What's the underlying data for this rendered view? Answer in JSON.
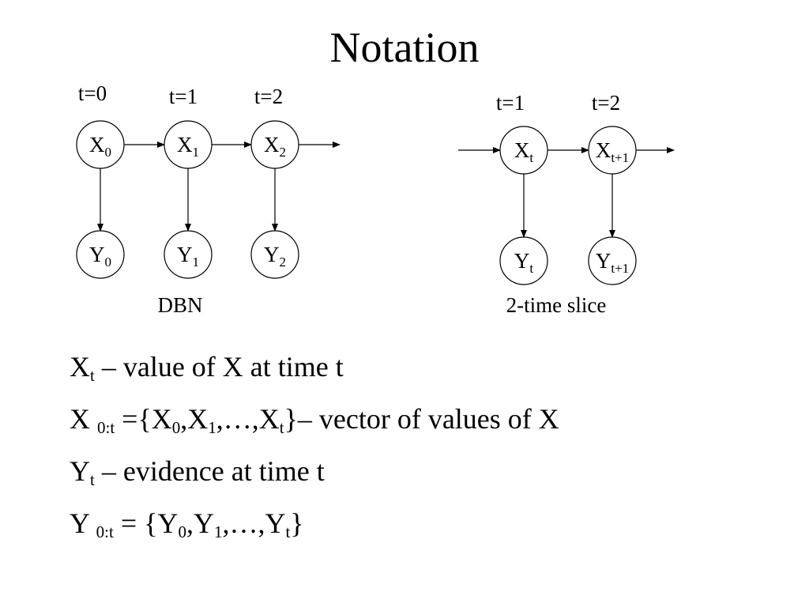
{
  "title": "Notation",
  "dbn": {
    "caption": "DBN",
    "time_labels": [
      "t=0",
      "t=1",
      "t=2"
    ],
    "hidden_nodes": [
      {
        "base": "X",
        "sub": "0"
      },
      {
        "base": "X",
        "sub": "1"
      },
      {
        "base": "X",
        "sub": "2"
      }
    ],
    "evidence_nodes": [
      {
        "base": "Y",
        "sub": "0"
      },
      {
        "base": "Y",
        "sub": "1"
      },
      {
        "base": "Y",
        "sub": "2"
      }
    ]
  },
  "slice": {
    "caption": "2-time slice",
    "time_labels": [
      "t=1",
      "t=2"
    ],
    "hidden_nodes": [
      {
        "base": "X",
        "sub": "t"
      },
      {
        "base": "X",
        "sub": "t+1"
      }
    ],
    "evidence_nodes": [
      {
        "base": "Y",
        "sub": "t"
      },
      {
        "base": "Y",
        "sub": "t+1"
      }
    ]
  },
  "notes": [
    [
      {
        "t": "X"
      },
      {
        "s": "t"
      },
      {
        "t": " – value of X at time t"
      }
    ],
    [
      {
        "t": "X "
      },
      {
        "s": "0:t"
      },
      {
        "t": " ={X"
      },
      {
        "s": "0"
      },
      {
        "t": ",X"
      },
      {
        "s": "1"
      },
      {
        "t": ",…,X"
      },
      {
        "s": "t"
      },
      {
        "t": "}– vector of values of X"
      }
    ],
    [
      {
        "t": "Y"
      },
      {
        "s": "t"
      },
      {
        "t": " – evidence at time t"
      }
    ],
    [
      {
        "t": "Y "
      },
      {
        "s": "0:t"
      },
      {
        "t": " = {Y"
      },
      {
        "s": "0"
      },
      {
        "t": ",Y"
      },
      {
        "s": "1"
      },
      {
        "t": ",…,Y"
      },
      {
        "s": "t"
      },
      {
        "t": "}"
      }
    ]
  ]
}
